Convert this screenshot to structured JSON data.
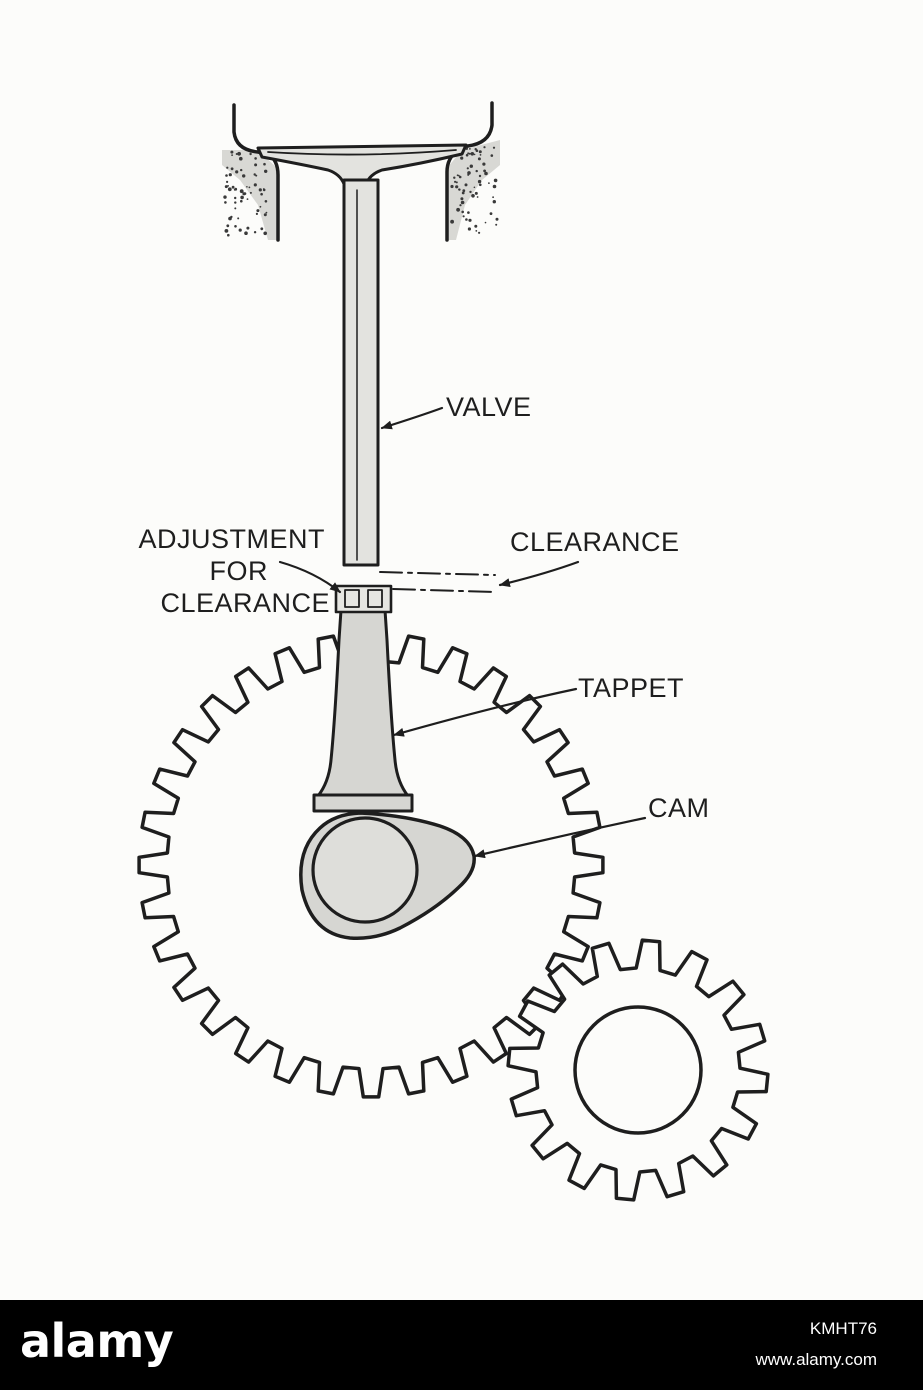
{
  "labels": {
    "valve": "VALVE",
    "clearance": "CLEARANCE",
    "adjustment_line1": "ADJUSTMENT",
    "adjustment_line2": "FOR",
    "adjustment_line3": "CLEARANCE",
    "tappet": "TAPPET",
    "cam": "CAM"
  },
  "footer": {
    "logo": "alamy",
    "image_id": "KMHT76",
    "site": "www.alamy.com"
  },
  "colors": {
    "ink": "#1e1e1e",
    "paper": "#fcfcfa",
    "footer_bg": "#000000",
    "footer_text": "#ffffff"
  }
}
